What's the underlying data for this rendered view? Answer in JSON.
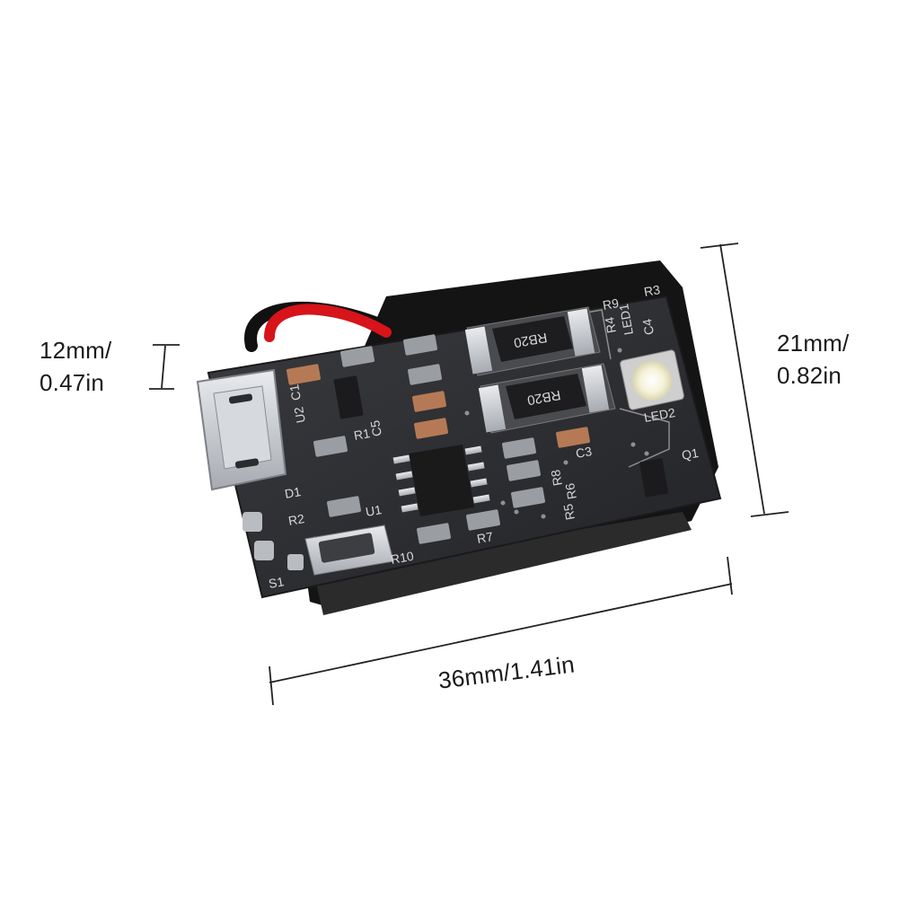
{
  "dimensions": {
    "depth": {
      "line1": "12mm/",
      "line2": "0.47in"
    },
    "height": {
      "line1": "21mm/",
      "line2": "0.82in"
    },
    "width": {
      "text": "36mm/1.41in"
    }
  },
  "pcb_labels": {
    "resistor_a": "RB20",
    "resistor_b": "RB20",
    "d1": "D1",
    "r2": "R2",
    "u1": "U1",
    "r1": "R1",
    "r10": "R10",
    "s1": "S1",
    "r7": "R7",
    "r5": "R5",
    "r6": "R6",
    "r8": "R8",
    "c3": "C3",
    "q1": "Q1",
    "led2": "LED2",
    "led1": "LED1",
    "c4": "C4",
    "r4": "R4",
    "r3": "R3",
    "r9": "R9",
    "u2": "U2",
    "c1": "C1",
    "c5": "C5"
  },
  "colors": {
    "pcb": "#2a2b2e",
    "silkscreen": "#d8d8d8",
    "solder": "#b9bcc0",
    "wire_red": "#d6141a",
    "wire_black": "#111111",
    "led": "#f4f1d6",
    "dimension_line": "#222222"
  }
}
